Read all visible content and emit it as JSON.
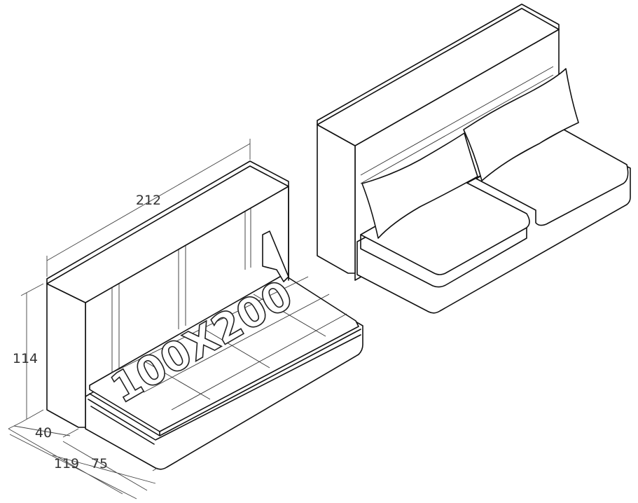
{
  "dimensions": {
    "width": "212",
    "height": "114",
    "cabinet_depth": "40",
    "total_depth": "119",
    "bed_depth": "75"
  },
  "bed_size_label": "100X200"
}
